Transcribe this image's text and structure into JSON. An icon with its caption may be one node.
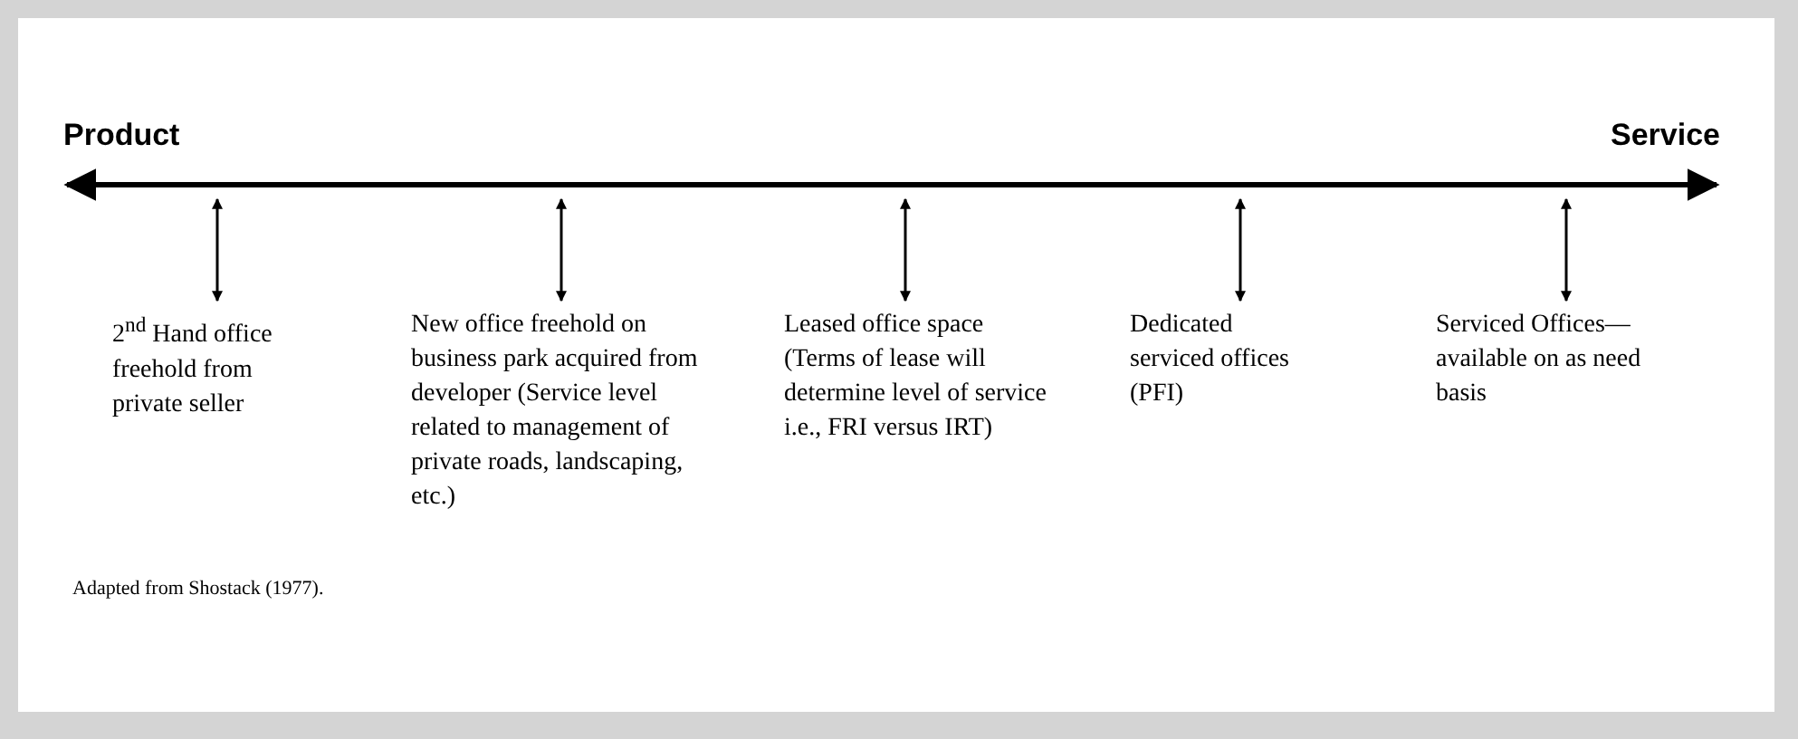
{
  "diagram": {
    "caption": "Adapted from Shostack (1977).",
    "nodes": [
      {
        "text": [],
        "shape": "bar"
      },
      {
        "text": [
          "2$^{nd}$ Hand office freehold from private seller"
        ]
      },
      {
        "text": [
          "New office freehold on business park acquired from developer (Service level related to management of private roads, landscaping, etc.)"
        ]
      },
      {
        "text": [
          "Leased office space (Terms of lease will determine level of service i.e., FRI versus IRT)"
        ]
      },
      {
        "text": [
          "Dedicated serviced offices (PFI)"
        ]
      },
      {
        "text": [
          "Serviced Offices—available on as need basis"
        ]
      }
    ],
    "edges": [
      {
        "from": 0,
        "to": 1,
        "arrow": "both"
      },
      {
        "from": 0,
        "to": 2,
        "arrow": "both"
      },
      {
        "from": 0,
        "to": 3,
        "arrow": "both"
      },
      {
        "from": 0,
        "to": 4,
        "arrow": "both"
      },
      {
        "from": 0,
        "to": 5,
        "arrow": "both"
      }
    ],
    "labels": [
      "Product",
      "Service"
    ]
  }
}
